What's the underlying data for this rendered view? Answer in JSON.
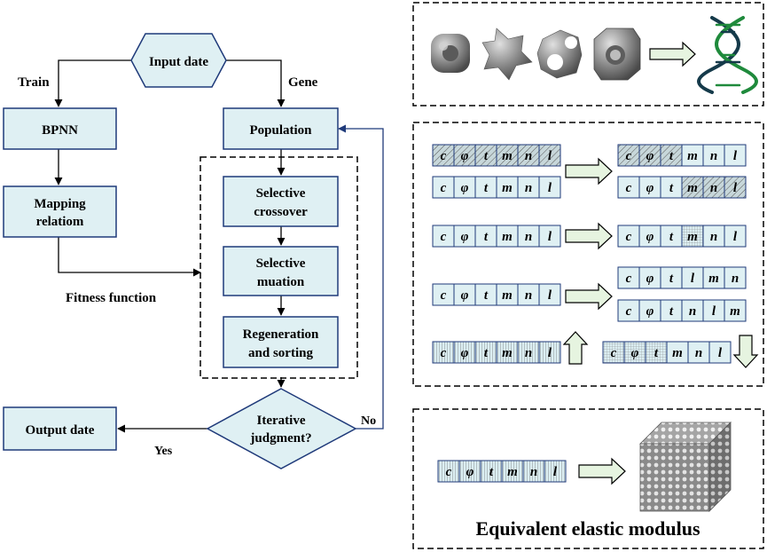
{
  "flowchart": {
    "input": "Input date",
    "train_label": "Train",
    "gene_label": "Gene",
    "bpnn": "BPNN",
    "mapping_line1": "Mapping",
    "mapping_line2": "relatiom",
    "population": "Population",
    "fitness": "Fitness function",
    "crossover_line1": "Selective",
    "crossover_line2": "crossover",
    "mutation_line1": "Selective",
    "mutation_line2": "muation",
    "regen_line1": "Regeneration",
    "regen_line2": "and sorting",
    "judge_line1": "Iterative",
    "judge_line2": "judgment?",
    "output": "Output date",
    "yes_label": "Yes",
    "no_label": "No"
  },
  "genes": {
    "standard": [
      "c",
      "φ",
      "t",
      "m",
      "n",
      "l"
    ],
    "swap_a": [
      "c",
      "φ",
      "t",
      "l",
      "m",
      "n"
    ],
    "swap_b": [
      "c",
      "φ",
      "t",
      "n",
      "l",
      "m"
    ]
  },
  "bottom_panel": {
    "caption": "Equivalent elastic modulus"
  },
  "colors": {
    "box_fill": "#dff0f3",
    "arrow_fill": "#e6f4e0",
    "dna_green": "#1f8a3c",
    "dna_dark": "#153a4a",
    "line_blue": "#1f3a7a"
  }
}
